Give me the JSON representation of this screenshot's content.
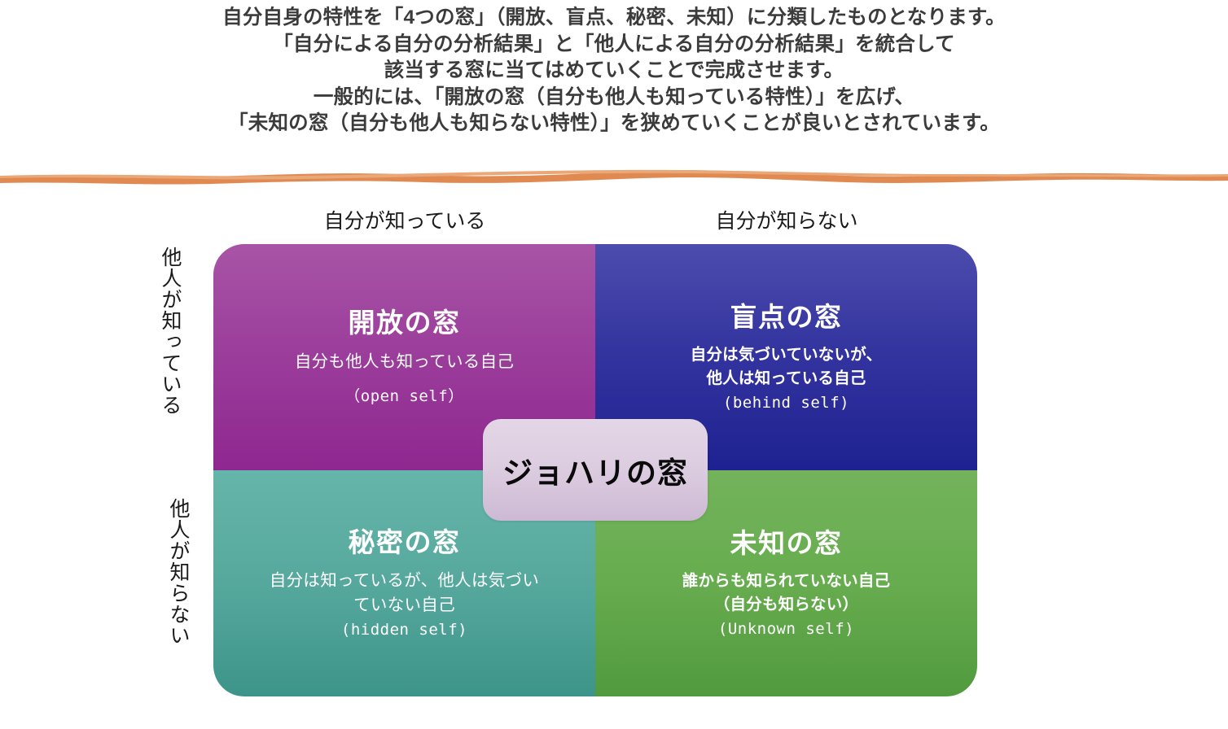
{
  "header": {
    "lines": [
      "自分自身の特性を「4つの窓」（開放、盲点、秘密、未知）に分類したものとなります。",
      "「自分による自分の分析結果」と「他人による自分の分析結果」を統合して",
      "該当する窓に当てはめていくことで完成させます。",
      "一般的には、「開放の窓（自分も他人も知っている特性）」を広げ、",
      "「未知の窓（自分も他人も知らない特性）」を狭めていくことが良いとされています。"
    ]
  },
  "divider": {
    "color": "#e08a52",
    "color_light": "#eaa777"
  },
  "matrix": {
    "column_headers": [
      "自分が知っている",
      "自分が知らない"
    ],
    "row_labels": [
      "他人が知っている",
      "他人が知らない"
    ],
    "center_badge": "ジョハリの窓",
    "quadrants": [
      {
        "key": "open",
        "title": "開放の窓",
        "desc1": "自分も他人も知っている自己",
        "desc2": "",
        "english": "（open self）",
        "color_top": "#a854a6",
        "color_bottom": "#8f2790"
      },
      {
        "key": "blind",
        "title": "盲点の窓",
        "desc1": "自分は気づいていないが、",
        "desc2": "他人は知っている自己",
        "english": "(behind self)",
        "color_top": "#4c4cae",
        "color_bottom": "#1e2191"
      },
      {
        "key": "hidden",
        "title": "秘密の窓",
        "desc1": "自分は知っているが、他人は気づい",
        "desc2": "ていない自己",
        "english": "(hidden self)",
        "color_top": "#66b5aa",
        "color_bottom": "#3d9489"
      },
      {
        "key": "unknown",
        "title": "未知の窓",
        "desc1": "誰からも知られていない自己",
        "desc2": "（自分も知らない）",
        "english": "(Unknown self)",
        "color_top": "#73b35b",
        "color_bottom": "#519a3e"
      }
    ]
  }
}
